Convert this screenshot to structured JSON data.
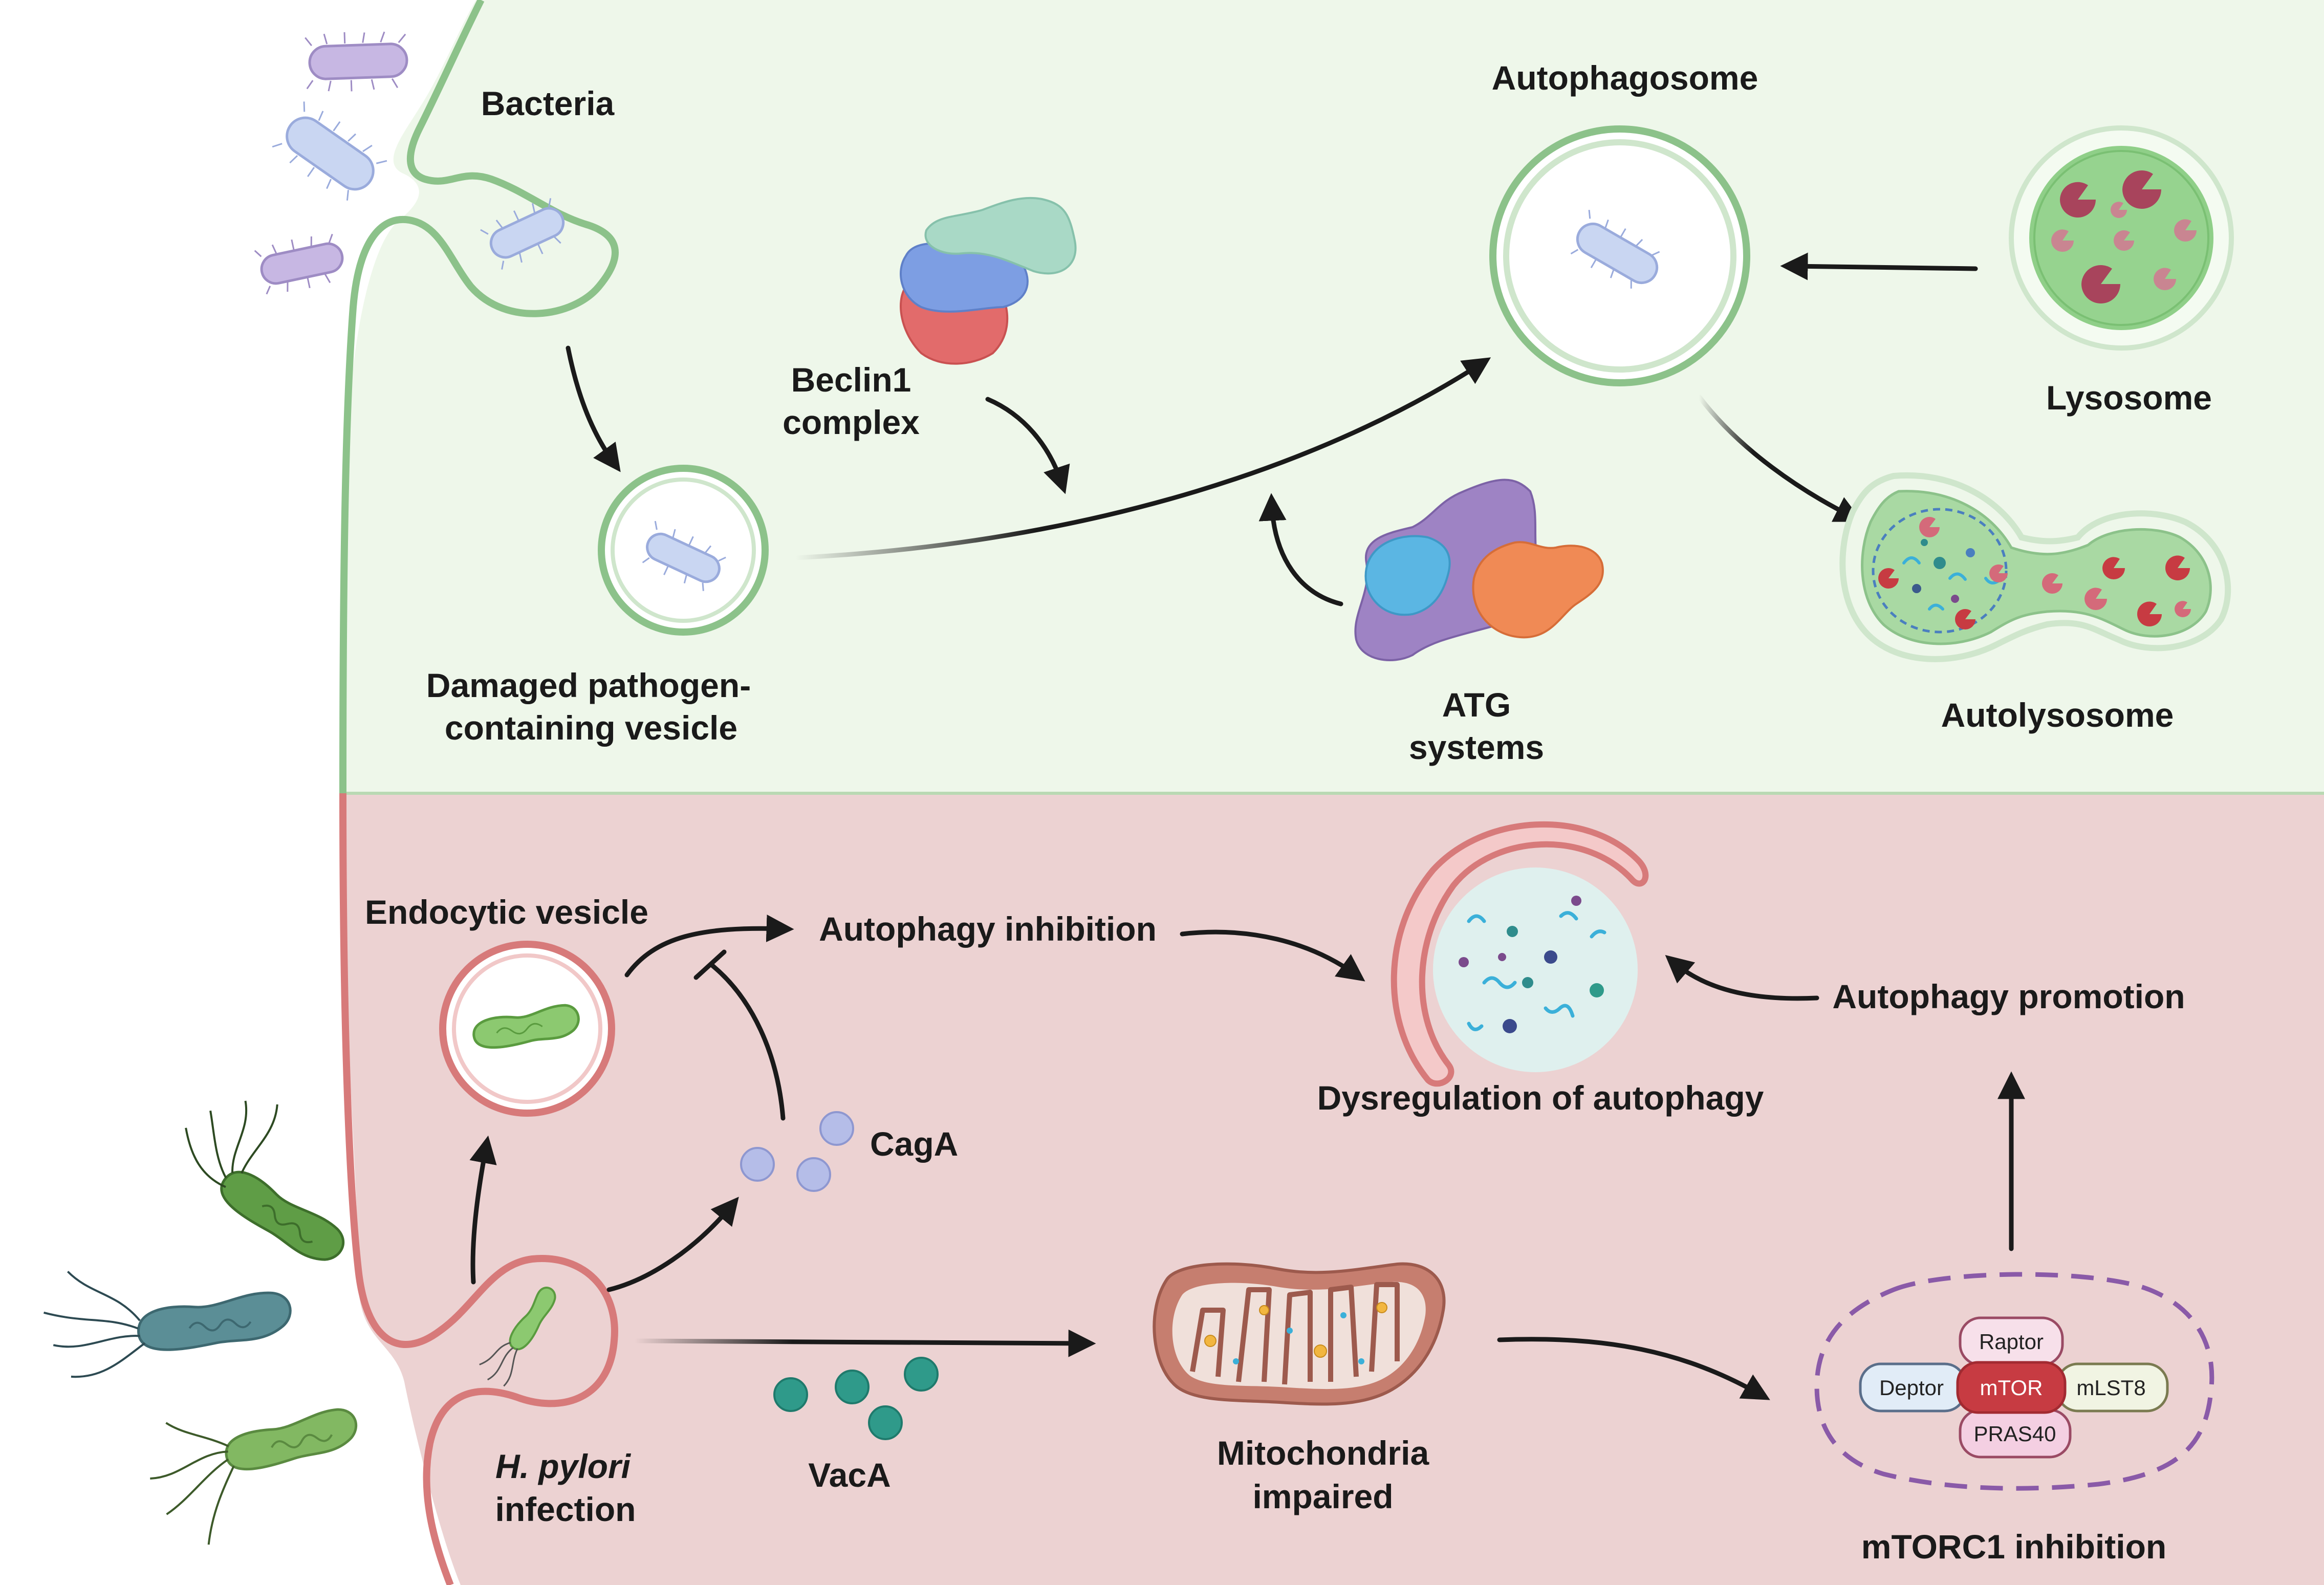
{
  "upper_panel": {
    "bacteria": "Bacteria",
    "damaged_vesicle_line1": "Damaged pathogen-",
    "damaged_vesicle_line2": "containing vesicle",
    "beclin_line1": "Beclin1",
    "beclin_line2": "complex",
    "autophagosome": "Autophagosome",
    "lysosome": "Lysosome",
    "atg_line1": "ATG",
    "atg_line2": "systems",
    "autolysosome": "Autolysosome"
  },
  "lower_panel": {
    "endocytic_vesicle": "Endocytic vesicle",
    "autophagy_inhibition": "Autophagy inhibition",
    "dysregulation": "Dysregulation of autophagy",
    "autophagy_promotion": "Autophagy promotion",
    "caga": "CagA",
    "vaca": "VacA",
    "hpylori_line1": "H. pylori",
    "hpylori_line2": "infection",
    "mito_line1": "Mitochondria",
    "mito_line2": "impaired",
    "mtorc1_inhibition": "mTORC1 inhibition",
    "mtor_complex": {
      "raptor": "Raptor",
      "deptor": "Deptor",
      "mtor": "mTOR",
      "mlst8": "mLST8",
      "pras40": "PRAS40"
    }
  },
  "colors": {
    "upper_bg": "#eef7ea",
    "lower_bg": "#ecd2d2",
    "membrane_green": "#8cc28a",
    "membrane_red": "#d77a7a",
    "mtor_red": "#c73b42",
    "complex_border": "#8a5aa8"
  }
}
